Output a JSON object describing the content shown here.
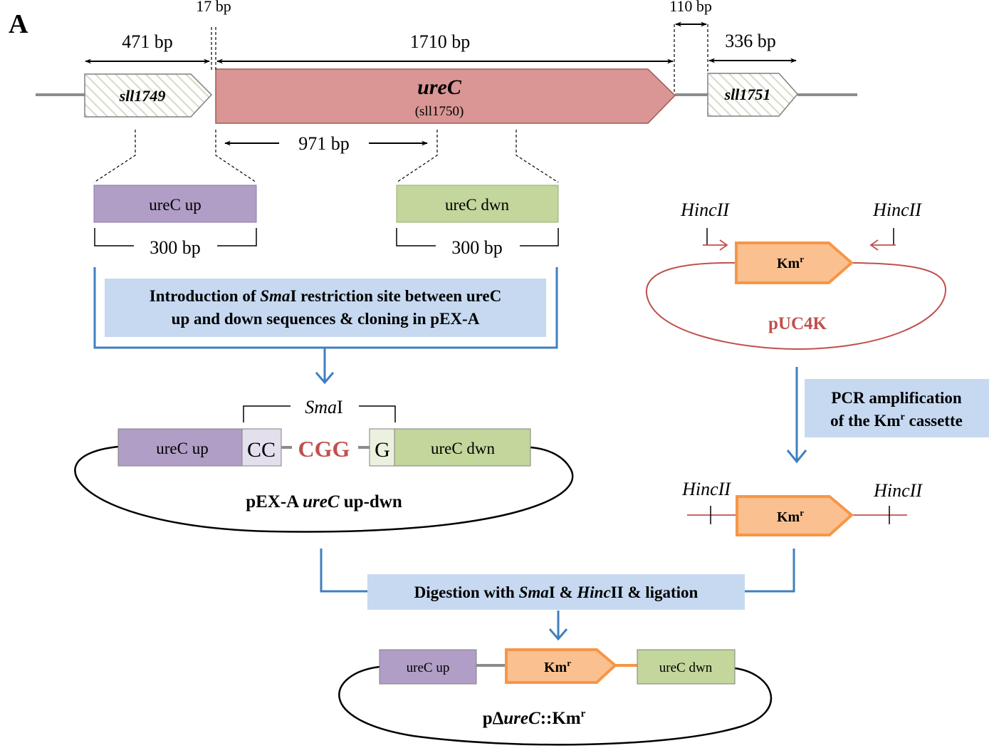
{
  "panel_label": "A",
  "colors": {
    "purple": "#b09ec6",
    "green": "#c3d69b",
    "red_gene": "#d99694",
    "orange": "#f79646",
    "orange_fill": "#fac090",
    "blue_box": "#c6d9f1",
    "blue_line": "#3f7fbf",
    "dark_red": "#c0504d",
    "gray_line": "#8c8c8c",
    "cc_fill": "#e4dfec",
    "g_fill": "#ebf1de"
  },
  "locus": {
    "gene_left": "sll1749",
    "gene_main": "ureC",
    "gene_main_sub": "(sll1750)",
    "gene_right": "sll1751",
    "len_left": "471 bp",
    "len_gap1": "17 bp",
    "len_main": "1710 bp",
    "len_gap2": "110 bp",
    "len_right": "336 bp",
    "len_inner": "971 bp"
  },
  "fragments": {
    "up_label": "ureC up",
    "dwn_label": "ureC dwn",
    "up_len": "300 bp",
    "dwn_len": "300 bp"
  },
  "step1": {
    "line1_pre": "Introduction of ",
    "line1_em": "Sma",
    "line1_post": "I restriction site between ureC",
    "line2": "up and down sequences & cloning in pEX-A"
  },
  "pex": {
    "sma_em": "Sma",
    "sma_rest": "I",
    "up_label": "ureC up",
    "cc": "CC",
    "cgg": "CGG",
    "g": "G",
    "dwn_label": "ureC dwn",
    "name_pre": "pEX-A ",
    "name_em": "ureC",
    "name_post": " up-dwn"
  },
  "puc": {
    "site_left": "HincII",
    "site_right": "HincII",
    "km": "Km",
    "km_sup": "r",
    "name": "pUC4K"
  },
  "step2": {
    "line1": "PCR amplification",
    "line2_pre": "of the Km",
    "line2_sup": "r",
    "line2_post": " cassette"
  },
  "cassette": {
    "site_left": "HincII",
    "site_right": "HincII",
    "km": "Km",
    "km_sup": "r"
  },
  "step3": {
    "pre": "Digestion with ",
    "em1": "Sma",
    "mid1": "I & ",
    "em2": "Hinc",
    "post": "II & ligation"
  },
  "final": {
    "up_label": "ureC up",
    "km": "Km",
    "km_sup": "r",
    "dwn_label": "ureC dwn",
    "name_pre": "pΔ",
    "name_em": "ureC",
    "name_mid": "::Km",
    "name_sup": "r"
  }
}
